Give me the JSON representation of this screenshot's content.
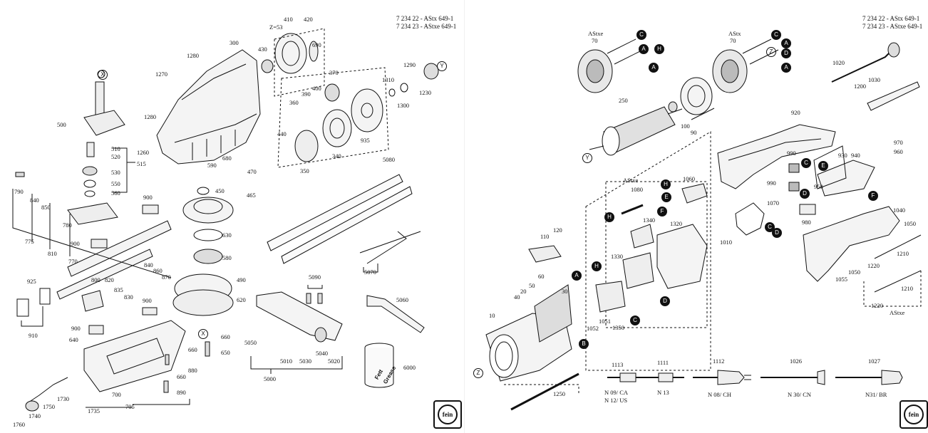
{
  "header": {
    "line1": "7 234 22 - AStx 649-1",
    "line2": "7 234 23 - AStxe 649-1"
  },
  "left_labels": {
    "axis_x": "X",
    "axis_y": "Y",
    "axis_z53": "Z=53",
    "p410": "410",
    "p420": "420",
    "p430": "430",
    "p690": "690",
    "p300": "300",
    "p1280a": "1280",
    "p1270": "1270",
    "p1280b": "1280",
    "p1260": "1260",
    "p370": "370",
    "p400": "400",
    "p390": "390",
    "p360": "360",
    "p440": "440",
    "p350": "350",
    "p340": "340",
    "p935": "935",
    "p1290": "1290",
    "p1310": "1310",
    "p1230": "1230",
    "p1300": "1300",
    "p500": "500",
    "p510": "510",
    "p520": "520",
    "p515": "515",
    "p530": "530",
    "p550": "550",
    "p560": "560",
    "p680": "680",
    "p590": "590",
    "p470": "470",
    "p450": "450",
    "p465": "465",
    "p790": "790",
    "p840a": "840",
    "p850": "850",
    "p900a": "900",
    "p780": "780",
    "p775": "775",
    "p900b": "900",
    "p810": "810",
    "p770": "770",
    "p630": "630",
    "p580": "580",
    "p800": "800",
    "p820": "820",
    "p840b": "840",
    "p860": "860",
    "p870": "870",
    "p835": "835",
    "p830": "830",
    "p900c": "900",
    "p925": "925",
    "p910": "910",
    "p490": "490",
    "p620": "620",
    "p5080": "5080",
    "p5070": "5070",
    "p5090": "5090",
    "p5060": "5060",
    "p900d": "900",
    "p640": "640",
    "p660a": "660",
    "p650": "650",
    "p660b": "660",
    "p880": "880",
    "p660c": "660",
    "p890": "890",
    "p700": "700",
    "p705": "705",
    "p1730": "1730",
    "p1750": "1750",
    "p1735": "1735",
    "p1740": "1740",
    "p1760": "1760",
    "p5050": "5050",
    "p5010": "5010",
    "p5030": "5030",
    "p5040": "5040",
    "p5020": "5020",
    "p5000": "5000",
    "p6000": "6000",
    "grease1": "Fett",
    "grease2": "Grease"
  },
  "right_labels": {
    "astxe_a": "AStxe",
    "astx_a": "AStx",
    "p70a": "70",
    "p70b": "70",
    "axis_z": "Z",
    "axis_y": "Y",
    "p1200": "1200",
    "p250": "250",
    "p100": "100",
    "p90": "90",
    "p920": "920",
    "p1020": "1020",
    "p1030": "1030",
    "p970": "970",
    "p960": "960",
    "p940": "940",
    "p930": "930",
    "p990a": "990",
    "p990b": "990",
    "p950": "950",
    "astxe_b": "AStxe",
    "p1080": "1080",
    "p1060": "1060",
    "p1340": "1340",
    "p1320": "1320",
    "p1070": "1070",
    "p980": "980",
    "p1010": "1010",
    "p1040": "1040",
    "p1050a": "1050",
    "p1210a": "1210",
    "p1220a": "1220",
    "p1050b": "1050",
    "p1055": "1055",
    "p1210b": "1210",
    "p1220b": "1220",
    "astxe_c": "AStxe",
    "p110": "110",
    "p120": "120",
    "p60": "60",
    "p50": "50",
    "p20": "20",
    "p40": "40",
    "p10": "10",
    "p30": "30",
    "p1330": "1330",
    "p1051": "1051",
    "p1052": "1052",
    "p1350": "1350",
    "p1250": "1250",
    "p1113": "1113",
    "p1111": "1111",
    "p1112": "1112",
    "p1026": "1026",
    "p1027": "1027",
    "plug1a": "N 09/ CA",
    "plug1b": "N 12/ US",
    "plug2": "N 13",
    "plug3": "N 08/ CH",
    "plug4": "N 30/ CN",
    "plug5": "N31/ BR"
  },
  "letters": {
    "a": "A",
    "b": "B",
    "c": "C",
    "d": "D",
    "e": "E",
    "f": "F",
    "h": "H"
  },
  "logo": {
    "text": "fein"
  }
}
